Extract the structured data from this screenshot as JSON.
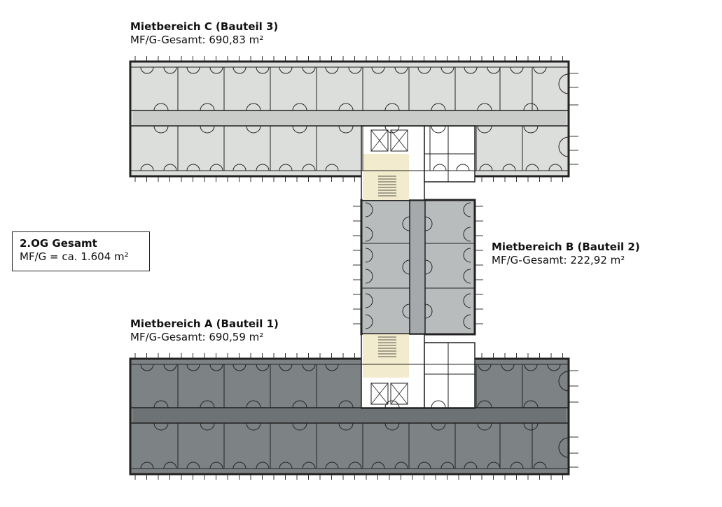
{
  "areas": {
    "c": {
      "title": "Mietbereich C (Bauteil 3)",
      "area": "MF/G-Gesamt: 690,83 m²",
      "color": "#dcdedb"
    },
    "b": {
      "title": "Mietbereich B (Bauteil 2)",
      "area": "MF/G-Gesamt: 222,92 m²",
      "color": "#b9bcbd"
    },
    "a": {
      "title": "Mietbereich A (Bauteil 1)",
      "area": "MF/G-Gesamt: 690,59 m²",
      "color": "#7d8285"
    }
  },
  "total": {
    "title": "2.OG Gesamt",
    "area": "MF/G = ca. 1.604 m²"
  },
  "colors": {
    "corridor_c": "#c9ccc9",
    "corridor_b": "#a5a9ab",
    "corridor_a": "#6d7275",
    "stair": "#f3ebcd",
    "core": "#ffffff",
    "wall": "#222222"
  }
}
